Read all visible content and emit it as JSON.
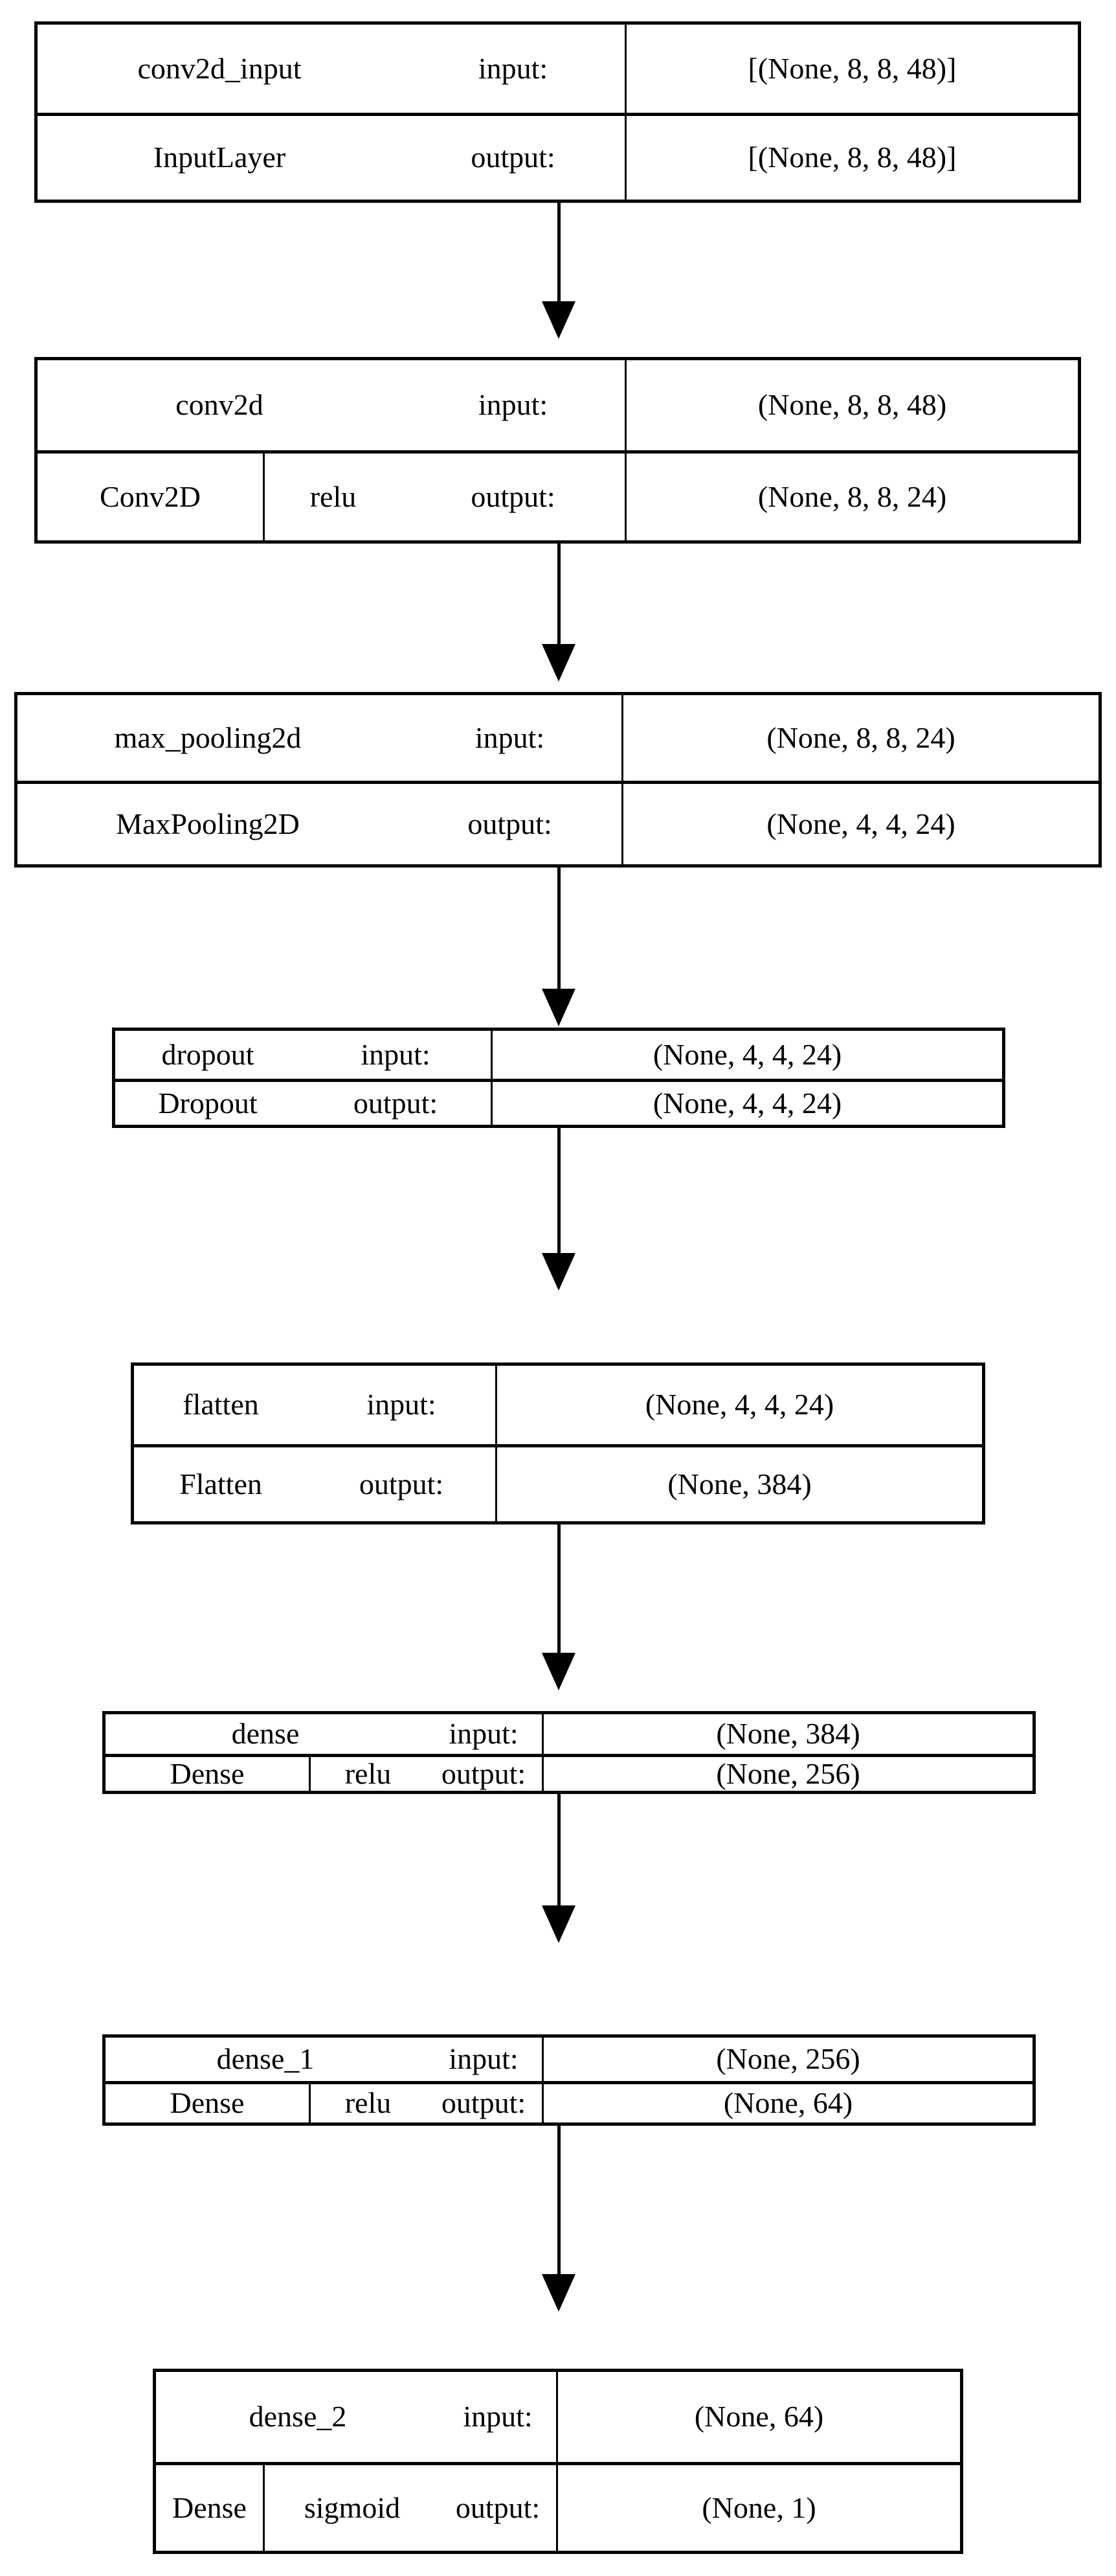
{
  "diagram": {
    "type": "keras-model-plot",
    "orientation": "top-to-bottom",
    "node_count": 8,
    "edge_count": 7,
    "labels": {
      "input": "input:",
      "output": "output:"
    },
    "nodes": [
      {
        "id": "conv2d_input",
        "name": "conv2d_input",
        "class_name": "InputLayer",
        "activation": null,
        "input_shape": "[(None, 8, 8, 48)]",
        "output_shape": "[(None, 8, 8, 48)]"
      },
      {
        "id": "conv2d",
        "name": "conv2d",
        "class_name": "Conv2D",
        "activation": "relu",
        "input_shape": "(None, 8, 8, 48)",
        "output_shape": "(None, 8, 8, 24)"
      },
      {
        "id": "max_pooling2d",
        "name": "max_pooling2d",
        "class_name": "MaxPooling2D",
        "activation": null,
        "input_shape": "(None, 8, 8, 24)",
        "output_shape": "(None, 4, 4, 24)"
      },
      {
        "id": "dropout",
        "name": "dropout",
        "class_name": "Dropout",
        "activation": null,
        "input_shape": "(None, 4, 4, 24)",
        "output_shape": "(None, 4, 4, 24)"
      },
      {
        "id": "flatten",
        "name": "flatten",
        "class_name": "Flatten",
        "activation": null,
        "input_shape": "(None, 4, 4, 24)",
        "output_shape": "(None, 384)"
      },
      {
        "id": "dense",
        "name": "dense",
        "class_name": "Dense",
        "activation": "relu",
        "input_shape": "(None, 384)",
        "output_shape": "(None, 256)"
      },
      {
        "id": "dense_1",
        "name": "dense_1",
        "class_name": "Dense",
        "activation": "relu",
        "input_shape": "(None, 256)",
        "output_shape": "(None, 64)"
      },
      {
        "id": "dense_2",
        "name": "dense_2",
        "class_name": "Dense",
        "activation": "sigmoid",
        "input_shape": "(None, 64)",
        "output_shape": "(None, 1)"
      }
    ],
    "edges": [
      {
        "from": "conv2d_input",
        "to": "conv2d"
      },
      {
        "from": "conv2d",
        "to": "max_pooling2d"
      },
      {
        "from": "max_pooling2d",
        "to": "dropout"
      },
      {
        "from": "dropout",
        "to": "flatten"
      },
      {
        "from": "flatten",
        "to": "dense"
      },
      {
        "from": "dense",
        "to": "dense_1"
      },
      {
        "from": "dense_1",
        "to": "dense_2"
      }
    ],
    "colors": {
      "border": "#000000",
      "background": "#ffffff",
      "text": "#000000"
    }
  }
}
